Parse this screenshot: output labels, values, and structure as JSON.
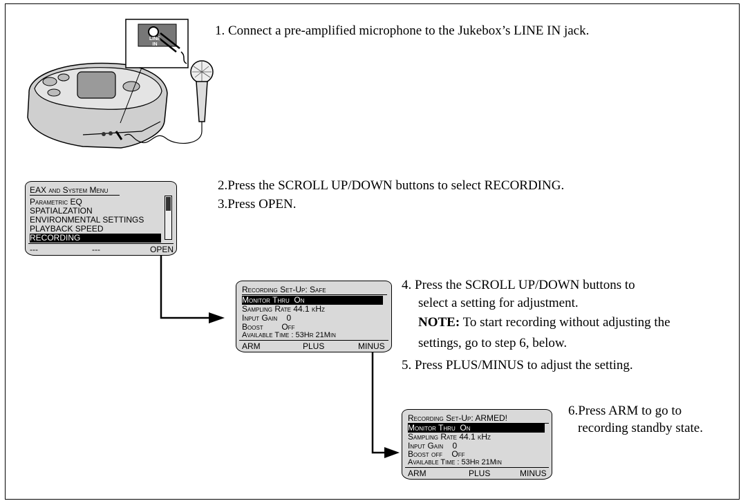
{
  "steps": {
    "s1": "1. Connect a pre-amplified microphone to the Jukebox’s LINE IN jack.",
    "s2": "2.Press the SCROLL UP/DOWN buttons to select RECORDING.",
    "s3": "3.Press OPEN.",
    "s4a": "4. Press the SCROLL UP/DOWN buttons to",
    "s4b": "select a setting for adjustment.",
    "note_label": "NOTE:",
    "note_a": " To start recording without adjusting the",
    "note_b": "settings, go to step 6, below.",
    "s5": "5. Press PLUS/MINUS to adjust the setting.",
    "s6a": "6.Press ARM to go to",
    "s6b": "recording standby state."
  },
  "jack_label": "LINE IN",
  "screen1": {
    "title": "EAX and System Menu",
    "items": [
      "Parametric EQ",
      "SPATIALZATION",
      "ENVIRONMENTAL SETTINGS",
      "PLAYBACK SPEED",
      "RECORDING"
    ],
    "selected": 4,
    "soft": [
      "---",
      "---",
      "OPEN"
    ]
  },
  "screen2": {
    "title": "Recording Set-Up: Safe",
    "rows": [
      [
        "Monitor Thru",
        "On"
      ],
      [
        "Sampling Rate",
        "44.1 kHz"
      ],
      [
        "Input Gain",
        "0"
      ],
      [
        "Boost",
        "Off"
      ]
    ],
    "available": "Available Time : 53Hr 21Min",
    "soft": [
      "ARM",
      "PLUS",
      "MINUS"
    ]
  },
  "screen3": {
    "title": "Recording Set-Up: ARMED!",
    "rows": [
      [
        "Monitor Thru",
        "On"
      ],
      [
        "Sampling Rate",
        "44.1 kHz"
      ],
      [
        "Input Gain",
        "0"
      ],
      [
        "Boost off",
        "Off"
      ]
    ],
    "available": "Available Time : 53Hr 21Min",
    "soft": [
      "ARM",
      "PLUS",
      "MINUS"
    ]
  }
}
